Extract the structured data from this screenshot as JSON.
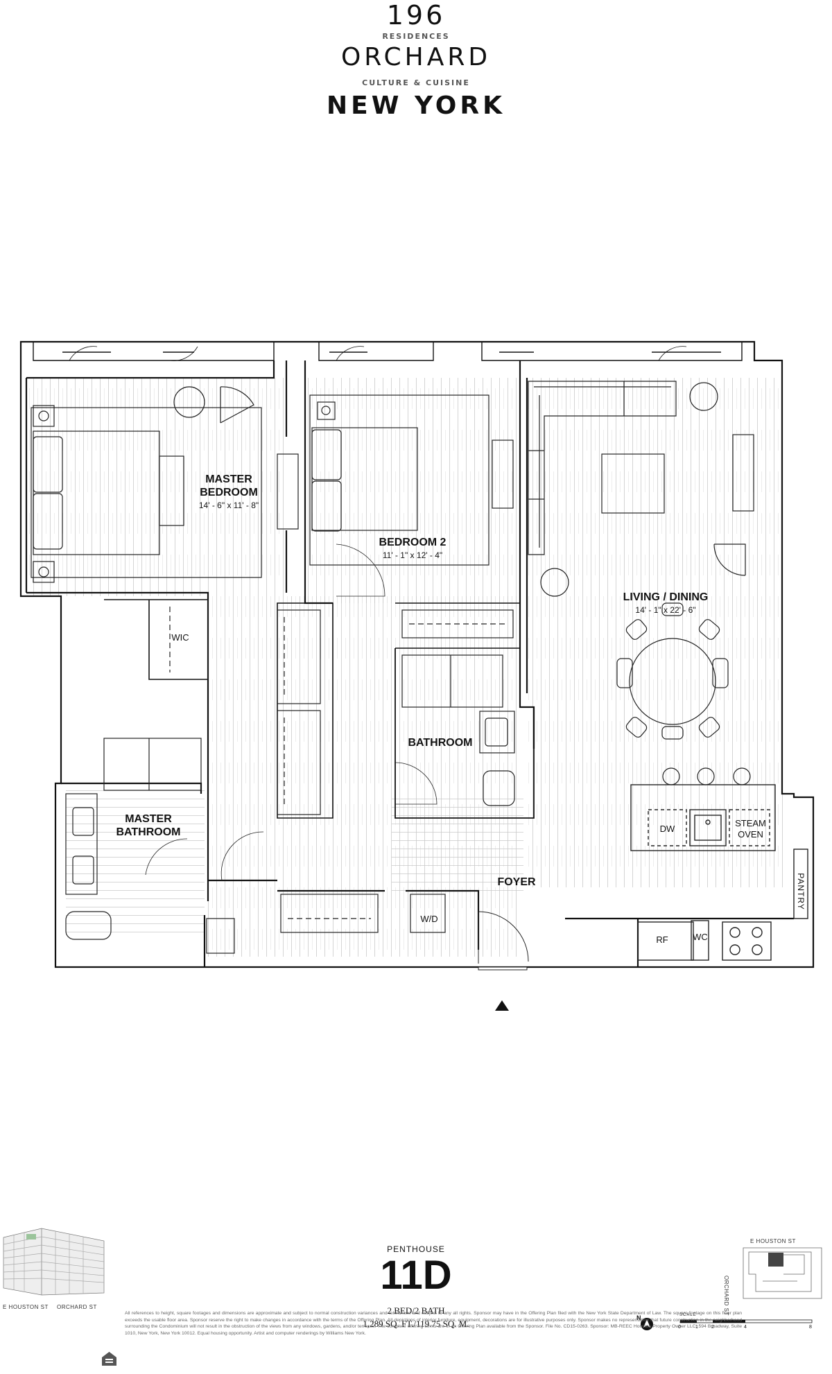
{
  "brand": {
    "number": "196",
    "residences": "RESIDENCES",
    "name": "ORCHARD",
    "tagline": "CULTURE & CUISINE",
    "city": "NEW YORK"
  },
  "rooms": {
    "master_bedroom": {
      "name_line1": "MASTER",
      "name_line2": "BEDROOM",
      "dims": "14' - 6\" x 11' - 8\""
    },
    "bedroom2": {
      "name": "BEDROOM 2",
      "dims": "11' - 1\" x 12' - 4\""
    },
    "living": {
      "name": "LIVING / DINING",
      "dims": "14' - 1\" x 22' - 6\""
    },
    "wic": "WIC",
    "bathroom": "BATHROOM",
    "master_bathroom_line1": "MASTER",
    "master_bathroom_line2": "BATHROOM",
    "foyer": "FOYER",
    "pantry": "PANTRY",
    "dw": "DW",
    "steam_oven_line1": "STEAM",
    "steam_oven_line2": "OVEN",
    "rf": "RF",
    "wc": "WC",
    "wd": "W/D"
  },
  "unit": {
    "type": "PENTHOUSE",
    "number": "11D",
    "beds_baths": "2 BED/2 BATH",
    "area": "1,289 SQ. FT./119.75 SQ. M."
  },
  "keyplan": {
    "street_top": "E HOUSTON ST",
    "street_side": "ORCHARD ST"
  },
  "rendering_streets": {
    "left": "E HOUSTON ST",
    "right": "ORCHARD ST"
  },
  "north_label": "N",
  "scale": {
    "label": "SCALE",
    "ticks": [
      "0",
      "1",
      "2",
      "4",
      "8"
    ]
  },
  "disclaimer": "All references to height, square footages and dimensions are approximate and subject to normal construction variances and tolerances and subject to any all rights. Sponsor may have in the Offering Plan filed with the New York State Department of Law. The square footage on this floor plan exceeds the usable floor area. Sponsor reserve the right to make changes in accordance with the terms of the Offering Plan. All depictions of interior furniture, equipment, decorations are for illustrative purposes only. Sponsor makes no representation that future construction in the neighborhood surrounding the Condominium will not result in the obstruction of the views from any windows, gardens, and/or terraces. The complete offering terms are in an Offering Plan available from the Sponsor. File No. CD15-0263. Sponsor: MB-REEC Houston Property Owner LLC, 594 Broadway, Suite 1010, New York, New York 10012. Equal housing opportunity. Artist and computer renderings by Williams New York."
}
